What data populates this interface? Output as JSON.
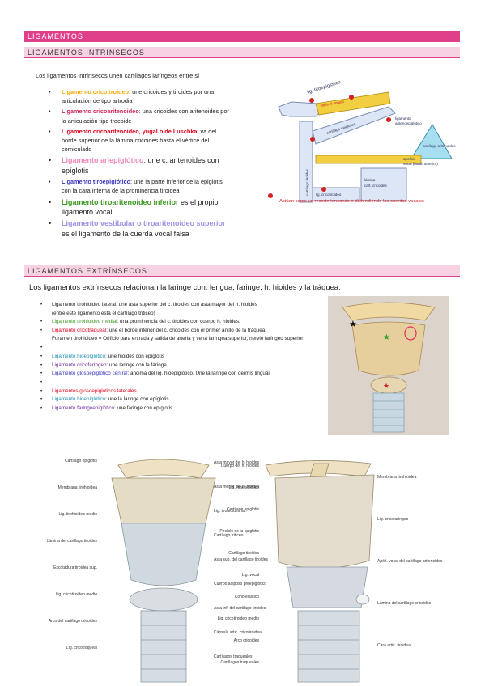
{
  "banners": {
    "main": "LIGAMENTOS",
    "intrinsic": "LIGAMENTOS INTRÍNSECOS",
    "extrinsic": "LIGAMENTOS EXTRÍNSECOS"
  },
  "colors": {
    "banner_pink": "#e0408a",
    "banner_light": "#f6d2e3",
    "orange": "#f5a800",
    "pink": "#d6285a",
    "red": "#e0001a",
    "light_pink": "#ee88bb",
    "blue": "#3a35c0",
    "green": "#3f9a24",
    "lavender": "#9c93e8",
    "teal": "#1d8fb5",
    "purple": "#6a2a99"
  },
  "intrinsic": {
    "intro": "Los ligamentos intrínsecos unen cartílagos laríngeos entre sí",
    "items": [
      {
        "term": "Ligamento cricotiroideo",
        "rest": ": une cricoides y tiroides por una articulación de tipo artrodia"
      },
      {
        "term": "Ligamento cricoaritenoideo",
        "rest": ": una cricoides con aritenoides por la articulación tipo trocoide"
      },
      {
        "term": "Ligamento cricoaritenoideo, yugal o de Luschka",
        "rest": ": va del borde superior de la lámina cricoides hasta el vértice del corniculado"
      },
      {
        "term": "Ligamento ariepiglótico",
        "rest": ": une c. aritenoides con epíglotis"
      },
      {
        "term": "Ligamento tiroepiglótico",
        "rest": ": une la parte inferior de la epiglotis con la cara interna de la prominencia tiroidea"
      },
      {
        "term": "Ligamento tiroaritenoideo inferior",
        "rest": " es el propio ligamento vocal"
      },
      {
        "term": "Ligamento vestibular o tiroaritenoideo superior",
        "rest": " es el ligamento de la cuerda vocal falsa"
      }
    ]
  },
  "diagram": {
    "labels": {
      "tiroepi": "lig. tiroepiglótico",
      "angulo": "varía el ángulo",
      "epiglotis": "cartílago epiglótico",
      "tiroides": "cartílago tiroides",
      "ligamento": "ligamento",
      "ariteno": "aritenoepiglótico",
      "aritenoides": "cartílago aritenoides",
      "apofisis": "apofisis",
      "vocal": "vocal (borde anterior)",
      "cricotir": "lig. cricotiroideo",
      "lamina": "lámina",
      "cart_cric": "cart. cricoides"
    },
    "note": "Actúan como un resorte tensando o distendiendo las cuerdas vocales"
  },
  "extrinsic": {
    "intro": "Los ligamentos extrínsecos relacionan la laringe con: lengua, faringe, h. hioides y la tráquea.",
    "items": [
      {
        "term": "Ligamento tirohioideo lateral",
        "rest": ": une asta superior del c. tiroides con asta mayor del h. hioides",
        "sub": "(entre este ligamento está el cartílago triticeo)"
      },
      {
        "term": "Ligamento tirohioideo medial",
        "rest": ": una prominencia del c. tiroides con cuerpo h. hioides."
      },
      {
        "term": "Ligamento cricotraqueal",
        "rest": ": une el borde inferior del c. cricoides con el primer anillo de la tráquea.",
        "sub": "Foramen tirohioideo = Orificio para entrada y salida de arteria y vena laríngea superior, nervio laríngeo superior"
      },
      {
        "term": "Ligamento hioepiglótico",
        "rest": ": une hioides con epíglotis"
      },
      {
        "term": "Ligamento cricofaríngeo",
        "rest": ": une laringe con la faringe"
      },
      {
        "term": "Ligamento glosoepiglótico central",
        "rest": ": ancima del lig. hioepiglótico. Une la laringe con dermis lingual"
      },
      {
        "term": "Ligamentos glosoepiglóticos laterales",
        "rest": ""
      },
      {
        "term": "Ligamento hioepiglótico",
        "rest": ": une la laringe con epíglotis."
      },
      {
        "term": "Ligamento faringoepiglótico",
        "rest": ": une faringe con epíglotis"
      }
    ]
  },
  "figure_labels": {
    "left": [
      "Cartílago epiglotis",
      "Membrana tirohioidea",
      "Lig. tirohioideo medio",
      "Lámina del cartílago tiroides",
      "Escotadura tiroidea sup.",
      "Lig. cricotiroideo medio",
      "Arco del cartílago cricoides",
      "Lig. cricotraqueal"
    ],
    "mid": [
      "Asta mayor del h. hioides",
      "Asta menor del h. hioides",
      "Lig. tirohioideo lat.",
      "Cartílago triticeo",
      "Asta sup. del cartílago tiroides",
      "Cuerpo adiposo preepiglótico",
      "Asta inf. del cartílago tiroides",
      "Cápsula artic. cricotiroidea",
      "Cartílagos traqueales"
    ],
    "right_in": [
      "Cuerpo del h. hioides",
      "Lig. hioepiglótico",
      "Cartílago epiglotis",
      "Pecíolo de la epiglotis",
      "Cartílago tiroides",
      "Lig. vocal",
      "Cono elástico",
      "Lig. cricotiroideo medio",
      "Arco cricoides",
      "Cartílagos traqueales"
    ],
    "right_out": [
      "Membrana tirohioidea",
      "Lig. cricofaríngeo",
      "Apófi. vocal del cartílago aritenoides",
      "Lámina del cartílago cricoides",
      "Cara artic. tiroidea"
    ]
  }
}
